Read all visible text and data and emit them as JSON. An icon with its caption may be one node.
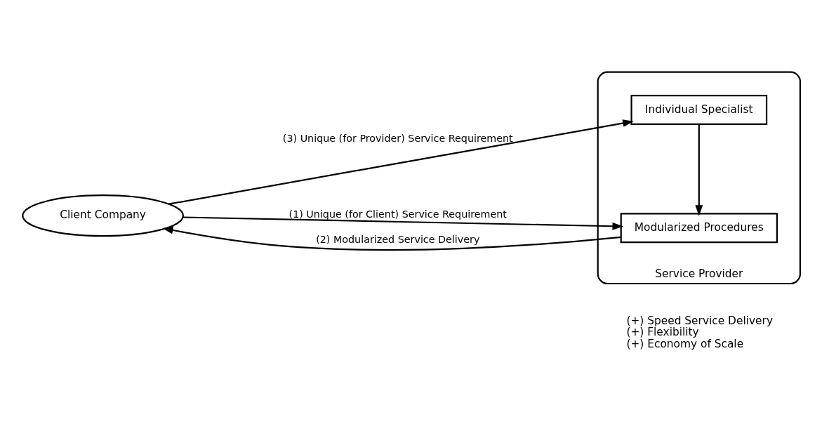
{
  "diagram": {
    "nodes": [
      {
        "text": [
          "Client Company"
        ]
      },
      {
        "text": [
          "Service Provider"
        ]
      },
      {
        "text": [
          "Individual Specialist"
        ],
        "in": 1
      },
      {
        "text": [
          "Modularized Procedures"
        ],
        "in": 1
      }
    ],
    "edges": [
      {
        "from": 0,
        "to": 2,
        "arrow": "to",
        "label": "(3) Unique (for Provider) Service Requirement"
      },
      {
        "from": 0,
        "to": 3,
        "arrow": "to",
        "label": "(1) Unique (for Client) Service Requirement"
      },
      {
        "from": 2,
        "to": 3,
        "arrow": "to"
      },
      {
        "from": 3,
        "to": 0,
        "arrow": "to",
        "label": "(2) Modularized Service Delivery"
      }
    ],
    "labels": [
      "(+) Speed Service Delivery",
      "(+) Flexibility",
      "(+) Economy of Scale"
    ]
  }
}
